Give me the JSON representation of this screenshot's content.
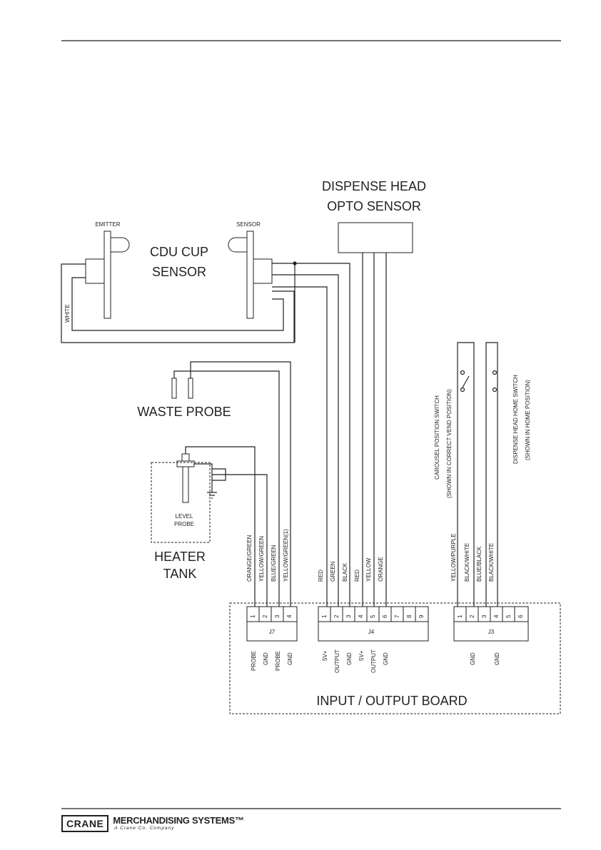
{
  "labels": {
    "dispense_head_line1": "DISPENSE HEAD",
    "dispense_head_line2": "OPTO SENSOR",
    "emitter": "EMITTER",
    "sensor": "SENSOR",
    "cdu_line1": "CDU CUP",
    "cdu_line2": "SENSOR",
    "white": "WHITE",
    "waste_probe": "WASTE PROBE",
    "level_probe_line1": "LEVEL",
    "level_probe_line2": "PROBE",
    "heater_line1": "HEATER",
    "heater_line2": "TANK",
    "carousel_switch_line1": "CAROUSEL POSITION SWITCH",
    "carousel_switch_line2": "(SHOWN IN CORRECT VEND POSITION)",
    "home_switch_line1": "DISPENSE HEAD HOME SWITCH",
    "home_switch_line2": "(SHOWN IN HOME POSITION)",
    "board": "INPUT / OUTPUT BOARD"
  },
  "wire_colors": {
    "j7": [
      "ORANGE/GREEN",
      "YELLOW/GREEN",
      "BLUE/GREEN",
      "YELLOW/GREEN(1)"
    ],
    "j4": [
      "RED",
      "GREEN",
      "BLACK",
      "RED",
      "YELLOW",
      "ORANGE"
    ],
    "j3": [
      "YELLOW/PURPLE",
      "BLACK/WHITE",
      "BLUE/BLACK",
      "BLACK/WHITE"
    ]
  },
  "connectors": {
    "j7": {
      "name": "J7",
      "pins": [
        "1",
        "2",
        "3",
        "4"
      ],
      "functions": [
        "PROBE",
        "GND",
        "PROBE",
        "GND"
      ]
    },
    "j4": {
      "name": "J4",
      "pins": [
        "1",
        "2",
        "3",
        "4",
        "5",
        "6",
        "7",
        "8",
        "9"
      ],
      "functions": [
        "5V+",
        "OUTPUT",
        "GND",
        "5V+",
        "OUTPUT",
        "GND"
      ]
    },
    "j3": {
      "name": "J3",
      "pins": [
        "1",
        "2",
        "3",
        "4",
        "5",
        "6"
      ],
      "functions": [
        "GND",
        "GND"
      ]
    }
  },
  "footer": {
    "logo_box": "CRANE",
    "brand": "MERCHANDISING SYSTEMS™",
    "brand_sub": "A Crane Co. Company"
  }
}
